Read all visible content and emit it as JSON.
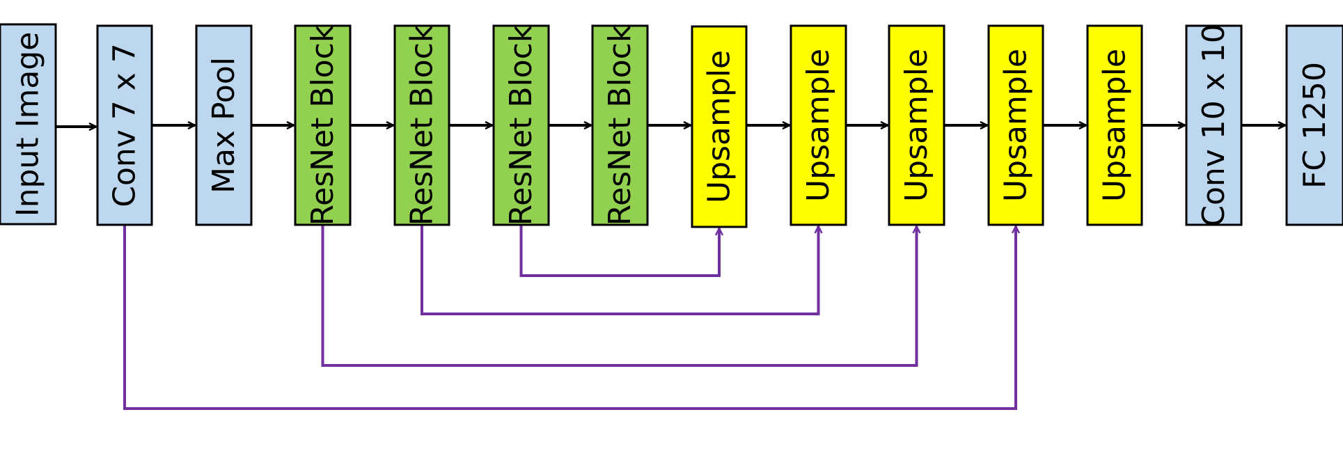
{
  "colors": {
    "input": "#bdd7ee",
    "resnet": "#92d050",
    "upsample": "#ffff00",
    "edge": "#000000",
    "skip": "#7030a0"
  },
  "blocks": [
    {
      "id": "input-image",
      "label": "Input Image",
      "kind": "input"
    },
    {
      "id": "conv-7x7",
      "label": "Conv 7 x 7",
      "kind": "input"
    },
    {
      "id": "max-pool",
      "label": "Max Pool",
      "kind": "input"
    },
    {
      "id": "resnet-block-1",
      "label": "ResNet Block",
      "kind": "resnet"
    },
    {
      "id": "resnet-block-2",
      "label": "ResNet Block",
      "kind": "resnet"
    },
    {
      "id": "resnet-block-3",
      "label": "ResNet Block",
      "kind": "resnet"
    },
    {
      "id": "resnet-block-4",
      "label": "ResNet Block",
      "kind": "resnet"
    },
    {
      "id": "upsample-1",
      "label": "Upsample",
      "kind": "upsample"
    },
    {
      "id": "upsample-2",
      "label": "Upsample",
      "kind": "upsample"
    },
    {
      "id": "upsample-3",
      "label": "Upsample",
      "kind": "upsample"
    },
    {
      "id": "upsample-4",
      "label": "Upsample",
      "kind": "upsample"
    },
    {
      "id": "upsample-5",
      "label": "Upsample",
      "kind": "upsample"
    },
    {
      "id": "conv-10x10",
      "label": "Conv 10 x 10",
      "kind": "input"
    },
    {
      "id": "fc-1250",
      "label": "FC 1250",
      "kind": "input"
    }
  ],
  "skip_connections": [
    {
      "from": "resnet-block-3",
      "to": "upsample-1"
    },
    {
      "from": "resnet-block-2",
      "to": "upsample-2"
    },
    {
      "from": "resnet-block-1",
      "to": "upsample-3"
    },
    {
      "from": "conv-7x7",
      "to": "upsample-4"
    }
  ]
}
